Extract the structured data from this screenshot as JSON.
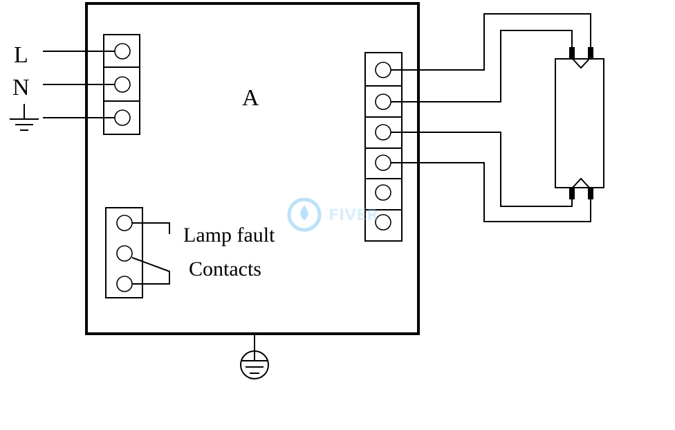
{
  "diagram": {
    "box_label": "A",
    "supply": {
      "line_label": "L",
      "neutral_label": "N",
      "earth_icon": "ground-icon"
    },
    "lamp_fault_line1": "Lamp fault",
    "lamp_fault_line2": "Contacts",
    "bottom_earth_icon": "protective-earth-icon",
    "lamp_icon": "fluorescent-tube-icon",
    "watermark_text": "FIVER"
  }
}
